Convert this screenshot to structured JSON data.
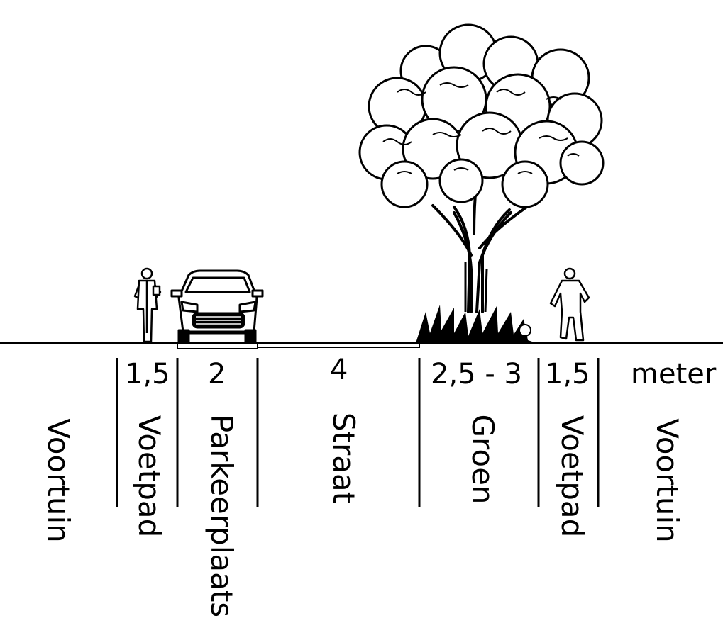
{
  "widths": {
    "voetpad_left": "1,5",
    "parkeerplaats": "2",
    "straat": "4",
    "groen": "2,5 - 3",
    "voetpad_right": "1,5",
    "unit": "meter"
  },
  "zones": {
    "voortuin_left": "Voortuin",
    "voetpad_left": "Voetpad",
    "parkeerplaats": "Parkeerplaats",
    "straat": "Straat",
    "groen": "Groen",
    "voetpad_right": "Voetpad",
    "voortuin_right": "Voortuin"
  },
  "icons": [
    "pedestrian-icon",
    "car-icon",
    "tree-icon",
    "shrubs-icon",
    "jogger-icon"
  ]
}
